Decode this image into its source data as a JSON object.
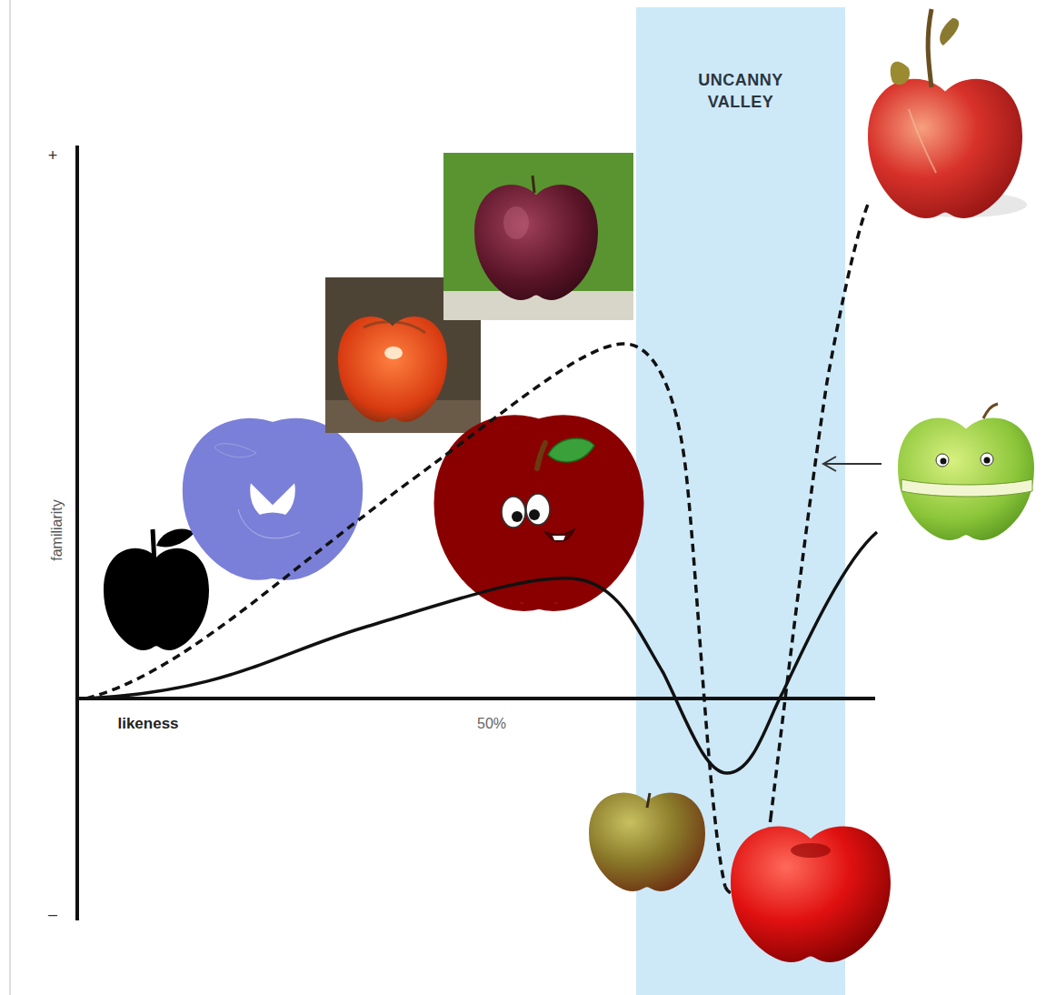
{
  "diagram": {
    "nodes": [
      {
        "text": [
          "UNCANNY VALLEY"
        ]
      }
    ],
    "labels": [
      "+",
      "–",
      "familiarity",
      "likeness",
      "50%"
    ]
  }
}
